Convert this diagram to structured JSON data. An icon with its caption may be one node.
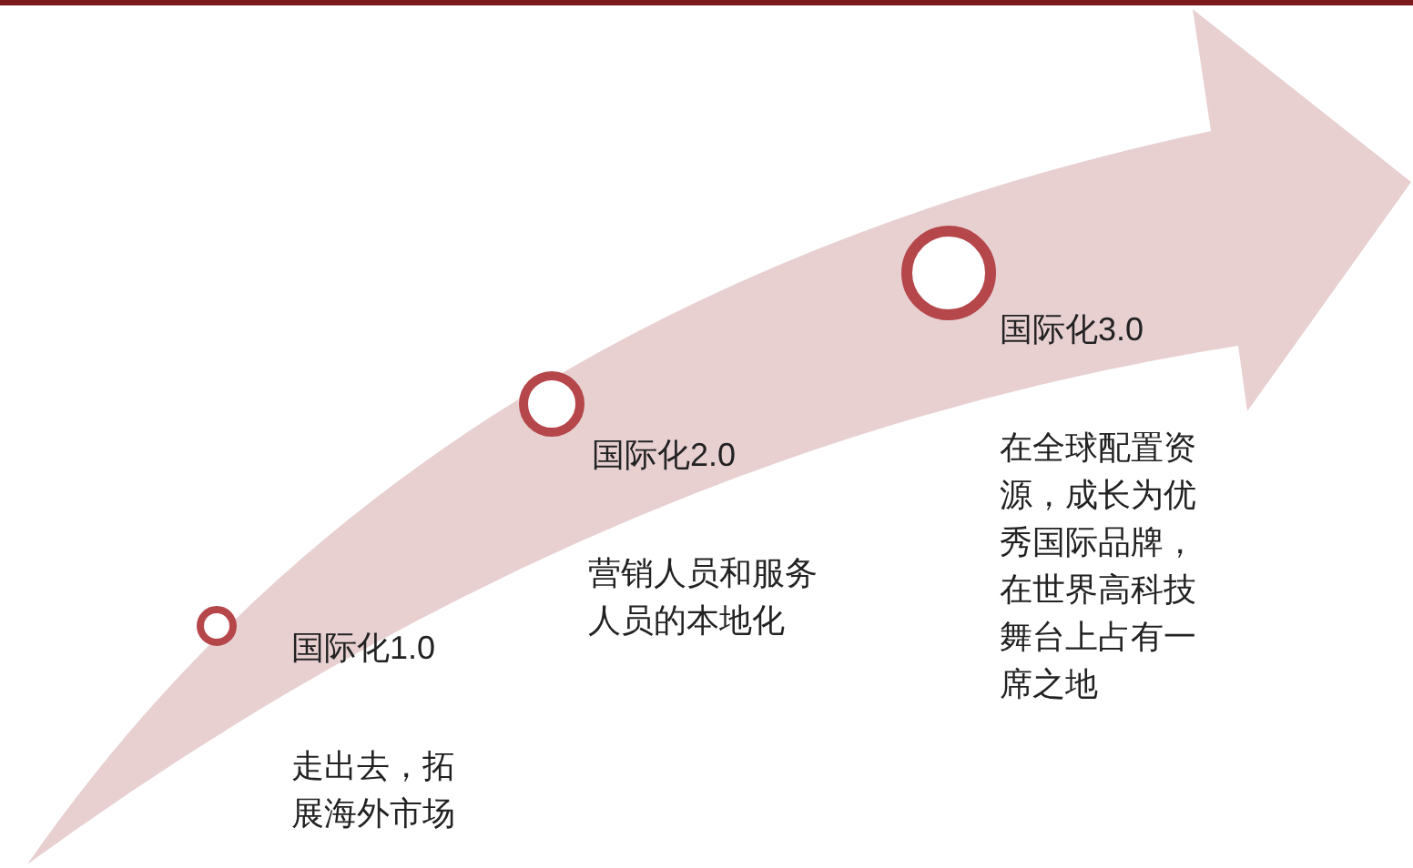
{
  "diagram": {
    "nodes": [
      {
        "text": [],
        "shape": "circle",
        "beside": [
          "国际化1.0",
          "走出去，拓展海外市场"
        ]
      },
      {
        "text": [],
        "shape": "circle",
        "beside": [
          "国际化2.0",
          "营销人员和服务人员的本地化"
        ]
      },
      {
        "text": [],
        "shape": "circle",
        "beside": [
          "国际化3.0",
          "在全球配置资源，成长为优秀国际品牌，在世界高科技舞台上占有一席之地"
        ]
      }
    ]
  }
}
